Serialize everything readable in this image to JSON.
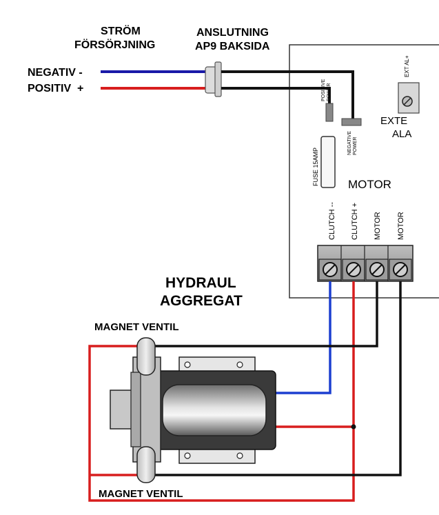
{
  "labels": {
    "power_supply_line1": "STRÖM",
    "power_supply_line2": "FÖRSÖRJNING",
    "connector_line1": "ANSLUTNING",
    "connector_line2": "AP9 BAKSIDA",
    "negative": "NEGATIV -",
    "positive": "POSITIV  +",
    "hydraulic_line1": "HYDRAUL",
    "hydraulic_line2": "AGGREGAT",
    "solenoid_top": "MAGNET VENTIL",
    "solenoid_bottom": "MAGNET VENTIL"
  },
  "board": {
    "positive_power_line1": "POSITIVE",
    "positive_power_line2": "POWER",
    "negative_power_line1": "NEGATIVE",
    "negative_power_line2": "POWER",
    "fuse": "FUSE  15AMP",
    "motor_heading": "MOTOR",
    "ext_al": "EXT  AL+",
    "external_line1": "EXTE",
    "external_line2": "ALA",
    "terminals": [
      "CLUTCH --",
      "CLUTCH +",
      "MOTOR",
      "MOTOR"
    ]
  },
  "colors": {
    "negative_wire": "#1a1aa8",
    "positive_wire": "#d81e1e",
    "ground_wire": "#111111",
    "clutch_minus_wire": "#1c3fd0"
  }
}
